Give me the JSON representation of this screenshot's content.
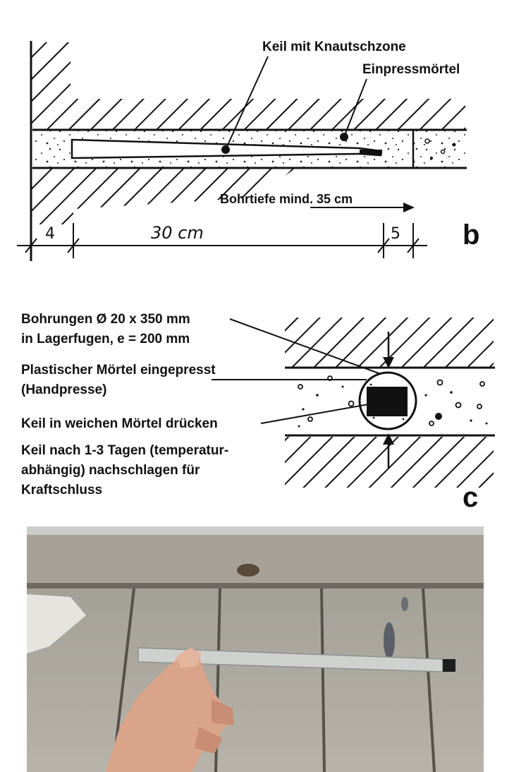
{
  "figure_b": {
    "panel_letter": "b",
    "label_wedge": "Keil mit Knautschzone",
    "label_mortar": "Einpressmörtel",
    "label_depth": "Bohrtiefe mind. 35 cm",
    "dim_left": "4",
    "dim_middle": "30 cm",
    "dim_right": "5"
  },
  "figure_c": {
    "panel_letter": "c",
    "label_bore_line1": "Bohrungen Ø 20 x 350 mm",
    "label_bore_line2": "in Lagerfugen, e = 200 mm",
    "label_plastic_line1": "Plastischer Mörtel eingepresst",
    "label_plastic_line2": "(Handpresse)",
    "label_press": "Keil in weichen Mörtel drücken",
    "label_tighten_line1": "Keil nach 1-3 Tagen (temperatur-",
    "label_tighten_line2": "abhängig) nachschlagen für",
    "label_tighten_line3": "Kraftschluss"
  },
  "photo": {
    "subject": "hand holding a grey plastic wedge over wooden planks"
  }
}
